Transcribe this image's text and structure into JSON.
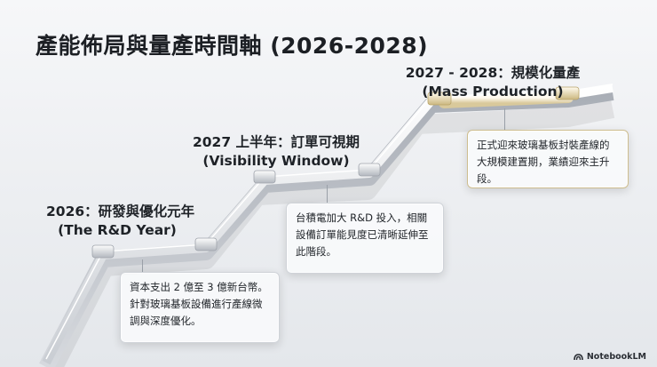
{
  "title": "產能佈局與量產時間軸 (2026-2028)",
  "phases": [
    {
      "label_line1": "2026：研發與優化元年",
      "label_line2": "(The R&D Year)",
      "description": "資本支出 2 億至 3 億新台幣。針對玻璃基板設備進行產線微調與深度優化。"
    },
    {
      "label_line1": "2027 上半年：訂單可視期",
      "label_line2": "(Visibility Window)",
      "description": "台積電加大 R&D 投入，相關設備訂單能見度已清晰延伸至此階段。"
    },
    {
      "label_line1": "2027 - 2028：規模化量產",
      "label_line2": "(Mass Production)",
      "description": "正式迎來玻璃基板封裝產線的大規模建置期，業績迎來主升段。"
    }
  ],
  "badge": {
    "text": "NotebookLM",
    "icon": "notebooklm-logo-icon"
  },
  "colors": {
    "highlight_gold": "#cdbd8f",
    "steel": "#b9bec6"
  }
}
